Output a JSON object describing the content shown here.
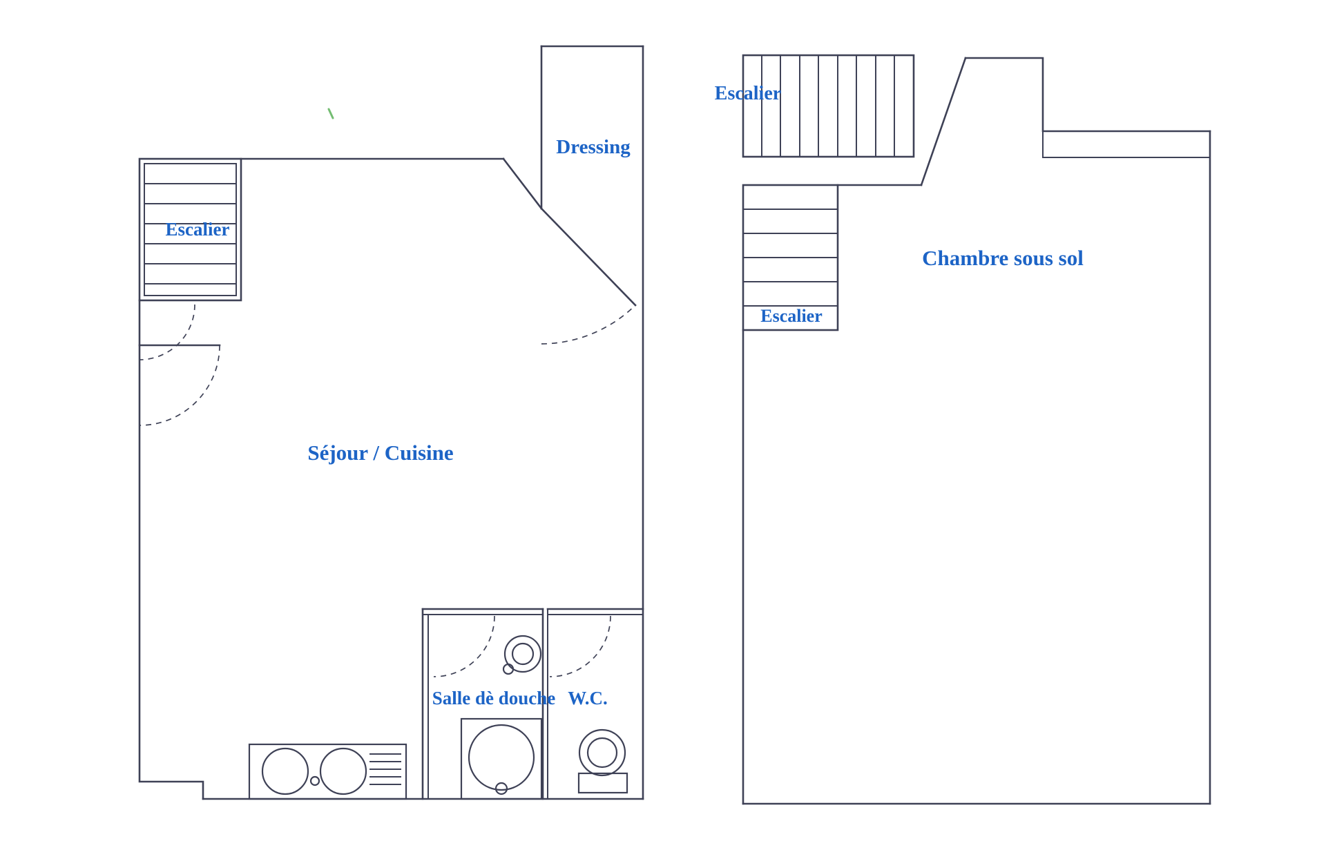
{
  "document": {
    "type": "apartment-floor-plan-scan",
    "background": "#ffffff"
  },
  "colors": {
    "paper": "#ffffff",
    "wall": "#3e4156",
    "label": "#1d64c6",
    "artifact": "#74bd72"
  },
  "left_unit": {
    "rooms": {
      "escalier_label": "Escalier",
      "dressing_label": "Dressing",
      "sejour_cuisine_label": "Séjour / Cuisine",
      "salle_de_douche_label": "Salle dè douche",
      "wc_label": "W.C."
    }
  },
  "right_unit": {
    "rooms": {
      "escalier_top_label": "Escalier",
      "escalier_mid_label": "Escalier",
      "chambre_sous_sol_label": "Chambre sous sol"
    }
  }
}
